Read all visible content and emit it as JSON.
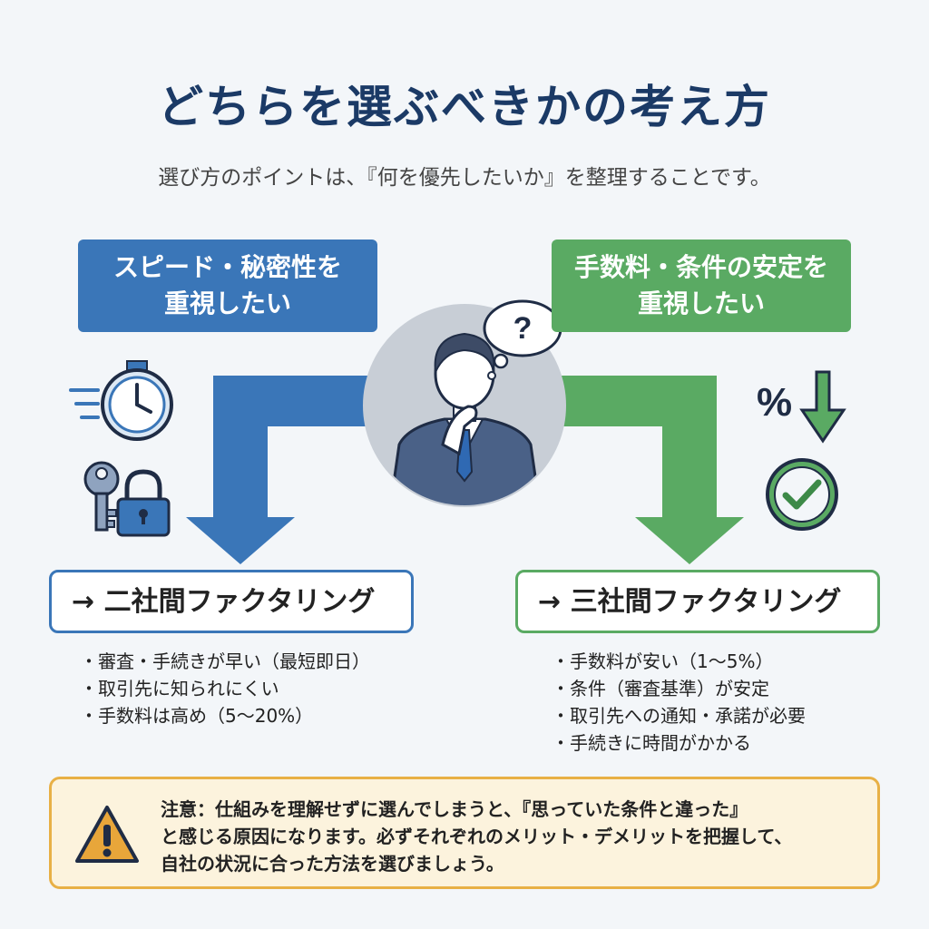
{
  "title": "どちらを選ぶべきかの考え方",
  "subtitle": "選び方のポイントは、『何を優先したいか』を整理することです。",
  "left": {
    "heading_line1": "スピード・秘密性を",
    "heading_line2": "重視したい",
    "result": "→ 二社間ファクタリング",
    "bullets": [
      "審査・手続きが早い（最短即日）",
      "取引先に知られにくい",
      "手数料は高め（5〜20%）"
    ],
    "color": "#3a76b8",
    "icons": [
      "stopwatch-icon",
      "key-icon",
      "padlock-icon"
    ]
  },
  "right": {
    "heading_line1": "手数料・条件の安定を",
    "heading_line2": "重視したい",
    "result": "→ 三社間ファクタリング",
    "bullets": [
      "手数料が安い（1〜5%）",
      "条件（審査基準）が安定",
      "取引先への通知・承諾が必要",
      "手続きに時間がかかる"
    ],
    "color": "#5aaa63",
    "icons": [
      "percent-down-icon",
      "check-circle-icon"
    ]
  },
  "center": {
    "icons": [
      "thinking-businessman-icon",
      "thought-bubble-icon"
    ],
    "bubble_text": "?"
  },
  "notice": {
    "line1": "注意：仕組みを理解せずに選んでしまうと、『思っていた条件と違った』",
    "line2": "と感じる原因になります。必ずそれぞれのメリット・デメリットを把握して、",
    "line3": "自社の状況に合った方法を選びましょう。",
    "color": "#e8b045",
    "icon": "warning-icon"
  }
}
